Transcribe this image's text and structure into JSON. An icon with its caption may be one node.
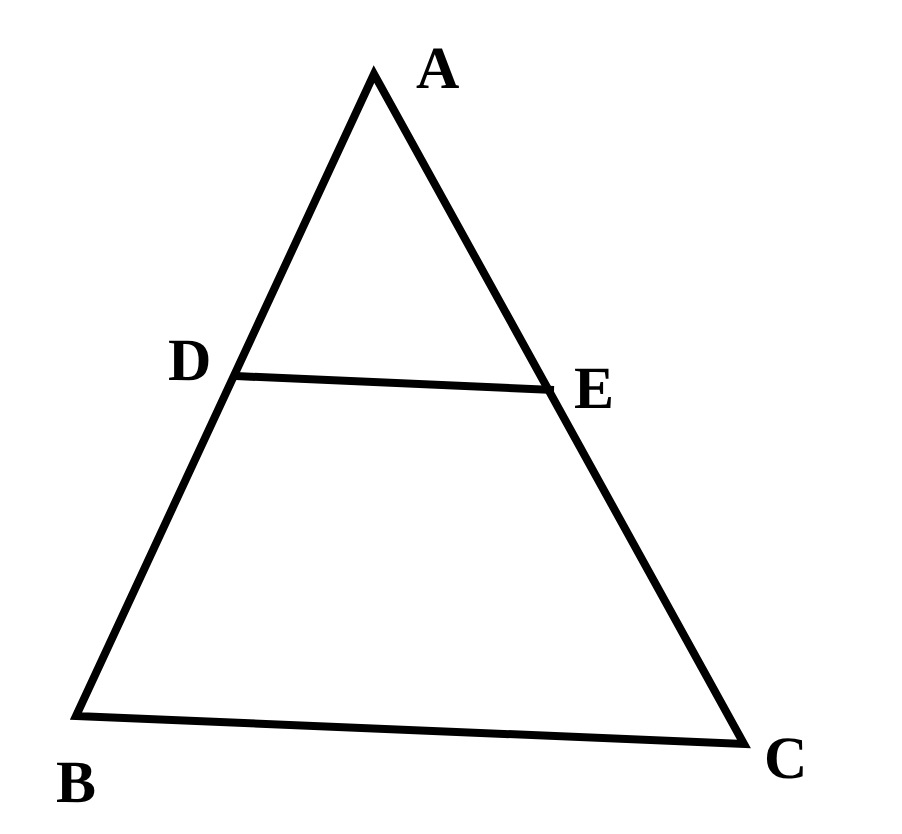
{
  "diagram": {
    "labels": [
      "A",
      "D",
      "E",
      "B",
      "C"
    ]
  }
}
